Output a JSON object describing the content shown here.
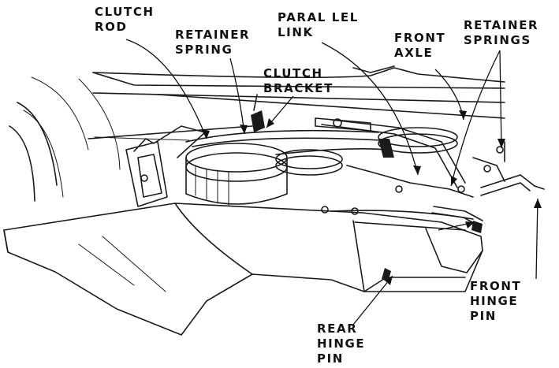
{
  "labels": {
    "clutch_rod": [
      "CLUTCH",
      "ROD"
    ],
    "retainer_spring": [
      "RETAINER",
      "SPRING"
    ],
    "clutch_bracket": [
      "CLUTCH",
      "BRACKET"
    ],
    "parallel_link": [
      "PARAL LEL",
      "LINK"
    ],
    "front_axle": [
      "FRONT",
      "AXLE"
    ],
    "retainer_springs": [
      "RETAINER",
      "SPRINGS"
    ],
    "front_hinge_pin": [
      "FRONT",
      "HINGE",
      "PIN"
    ],
    "rear_hinge_pin": [
      "REAR",
      "HINGE",
      "PIN"
    ]
  }
}
